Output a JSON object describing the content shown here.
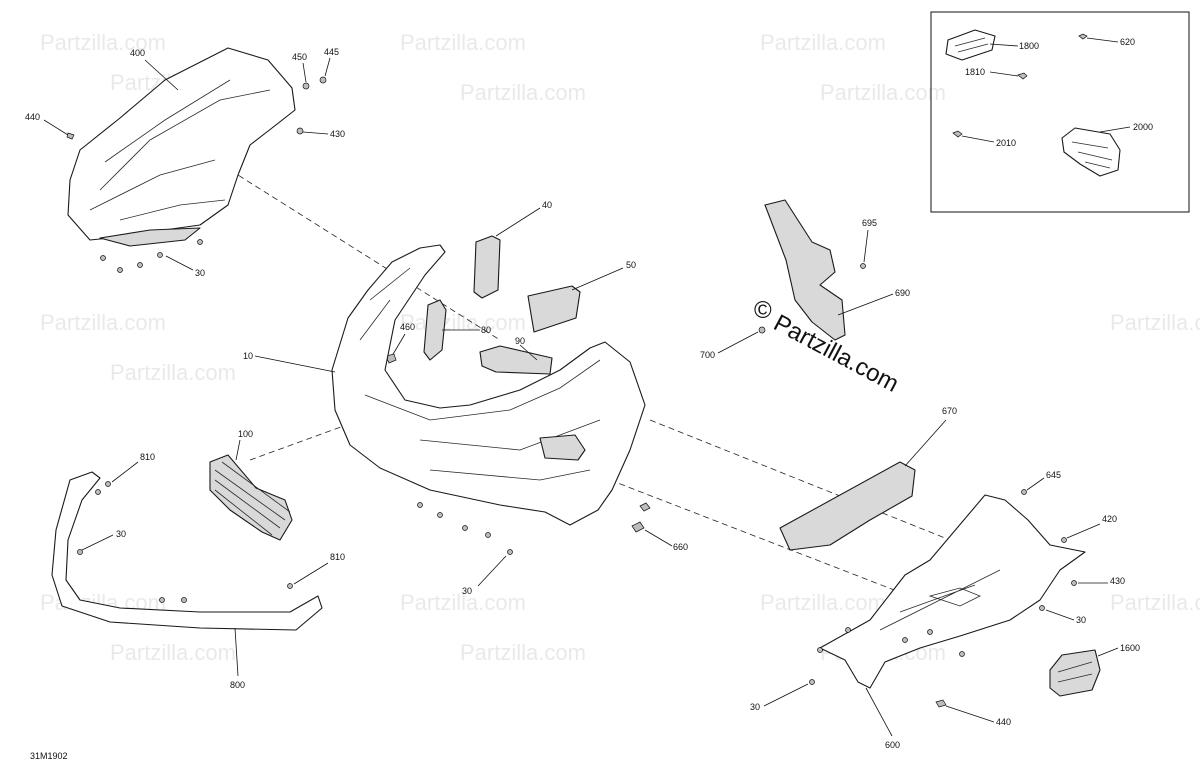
{
  "diagram": {
    "drawing_code": "31M1902",
    "watermark": "Partzilla.com",
    "center_watermark": "Partzilla.com",
    "copyright_symbol": "©",
    "inset_labels": [
      "1800",
      "620",
      "1810",
      "2000",
      "2010"
    ],
    "callouts": {
      "c400": "400",
      "c450": "450",
      "c445": "445",
      "c440a": "440",
      "c430a": "430",
      "c30a": "30",
      "c40": "40",
      "c50": "50",
      "c80": "80",
      "c90": "90",
      "c460": "460",
      "c10": "10",
      "c100": "100",
      "c810a": "810",
      "c810b": "810",
      "c30b": "30",
      "c800": "800",
      "c30c": "30",
      "c660": "660",
      "c695": "695",
      "c690": "690",
      "c700": "700",
      "c670": "670",
      "c645": "645",
      "c420": "420",
      "c430b": "430",
      "c30d": "30",
      "c1600": "1600",
      "c30e": "30",
      "c440b": "440",
      "c600": "600"
    }
  }
}
